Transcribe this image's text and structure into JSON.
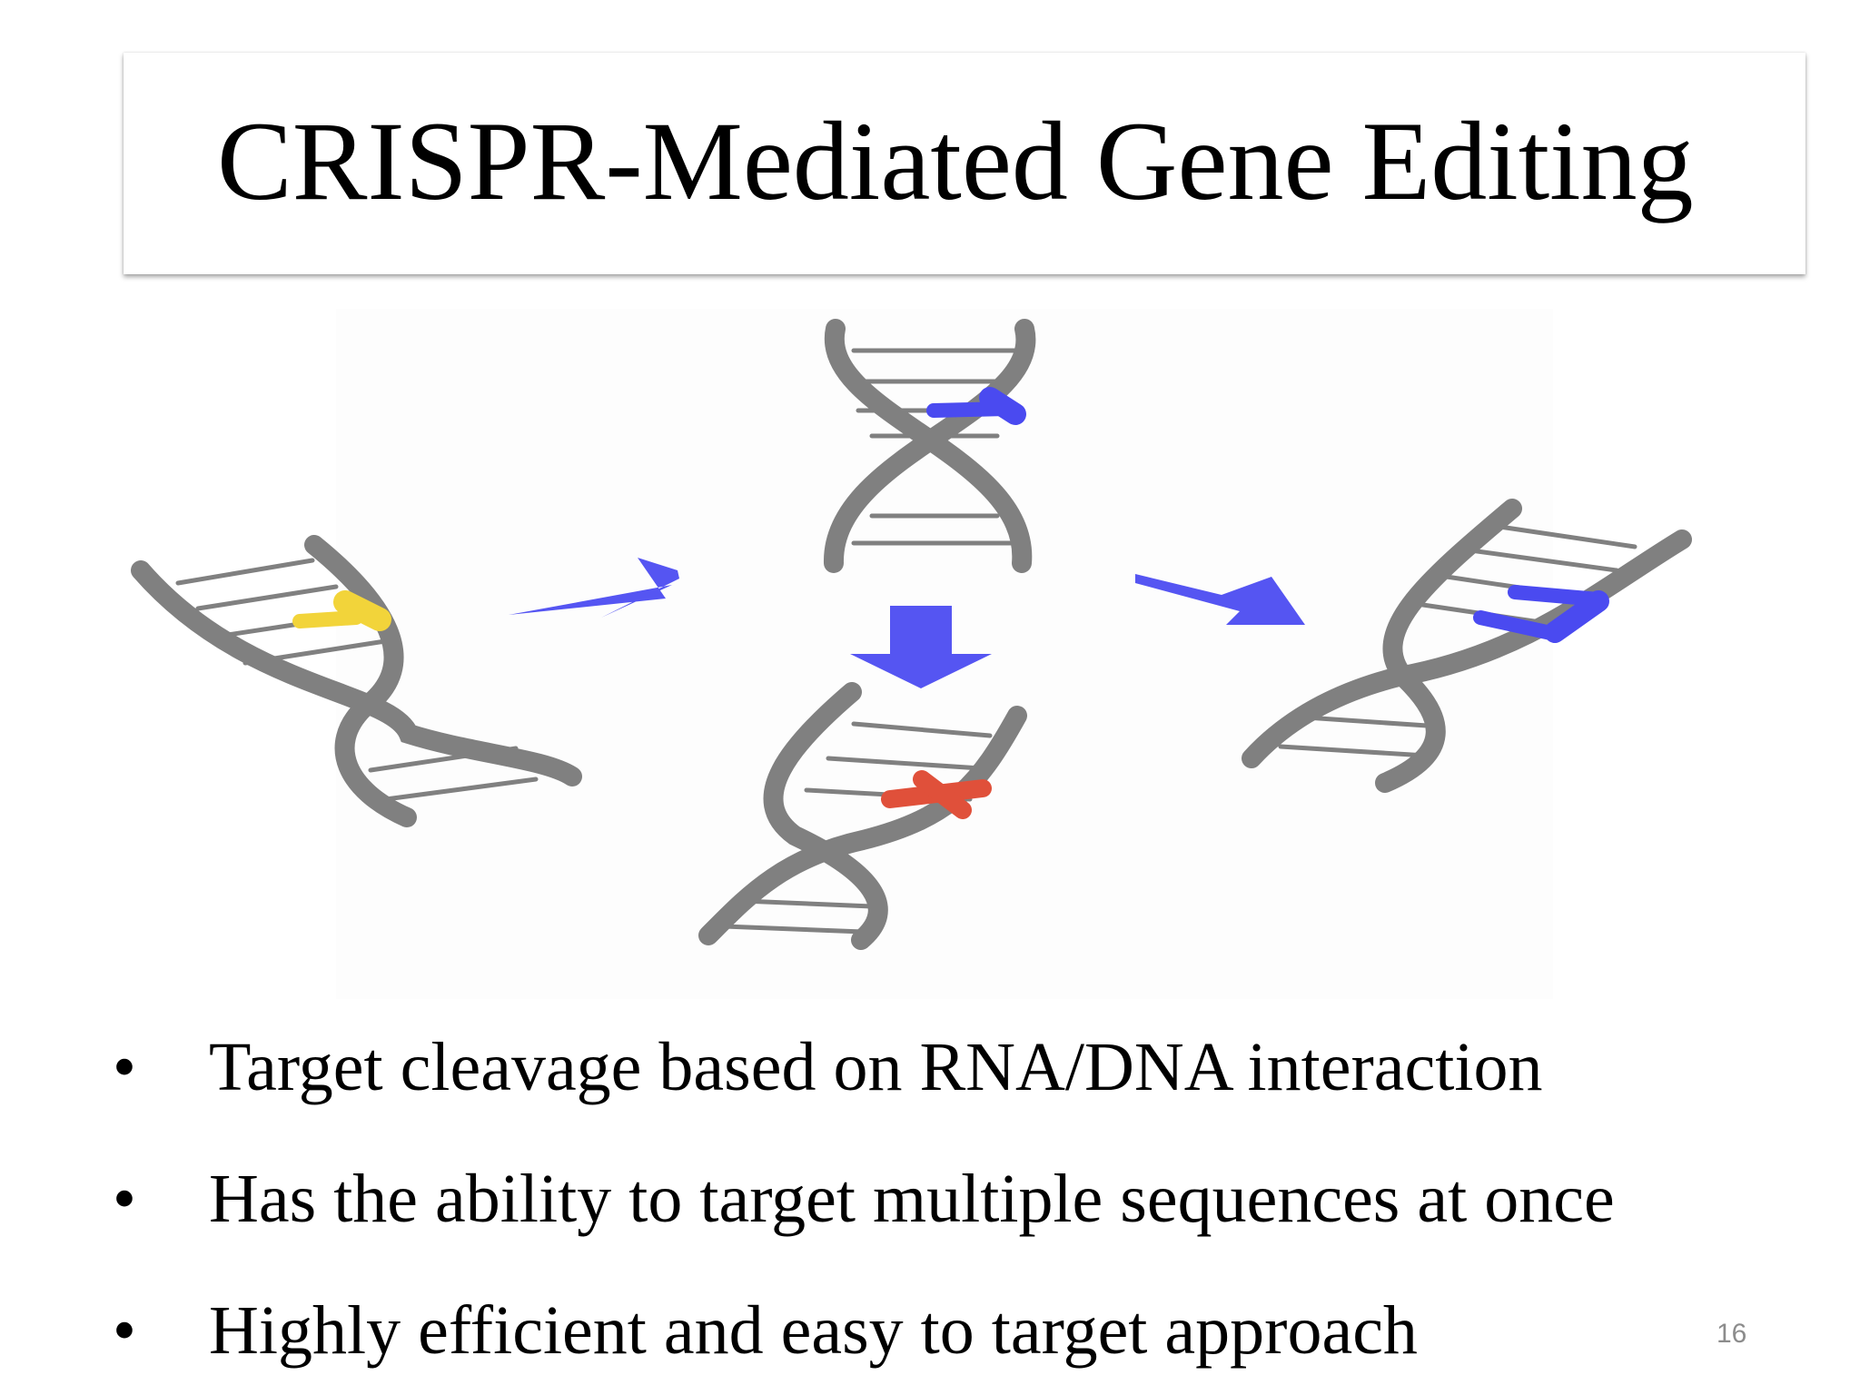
{
  "slide": {
    "title": "CRISPR-Mediated Gene Editing",
    "page_number": "16"
  },
  "bullets": [
    "Target cleavage based on RNA/DNA interaction",
    "Has the ability to target multiple sequences at once",
    "Highly efficient and easy to target approach"
  ],
  "diagram": {
    "strand_color": "#808080",
    "arrow_color": "#5555f2",
    "guide_color": "#4a4af0",
    "insert_color": "#f2d43a",
    "cut_color": "#e0503a"
  }
}
